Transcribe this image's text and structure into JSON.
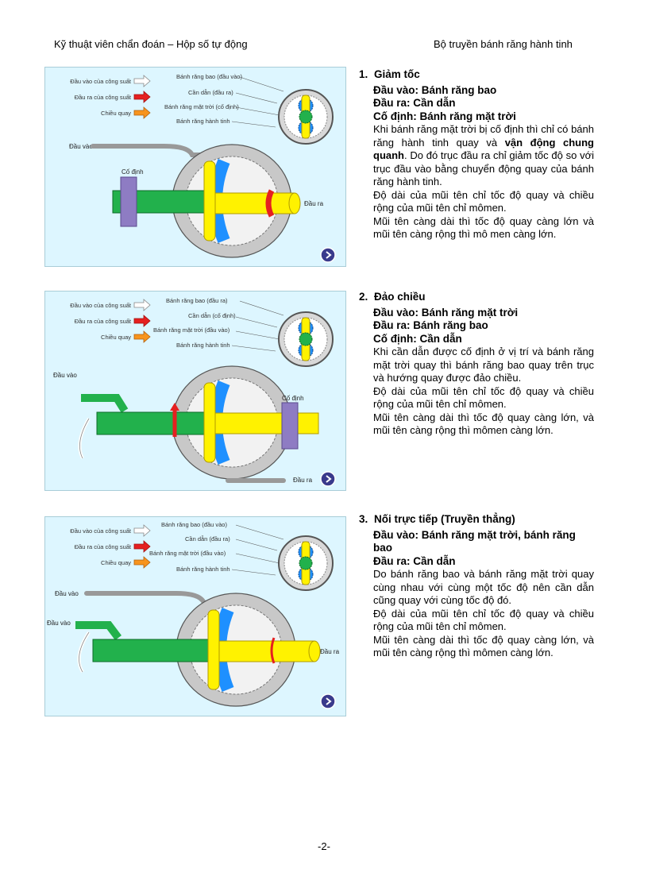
{
  "header": {
    "left": "Kỹ thuật viên chẩn đoán – Hộp số tự động",
    "right": "Bộ truyền bánh răng hành tinh"
  },
  "legend": {
    "power_in": "Đầu vào của công suất",
    "power_out": "Đầu ra của công suất",
    "rotation": "Chiều quay"
  },
  "colors": {
    "panel_bg": "#ddf6ff",
    "shaft_green": "#22b14c",
    "shaft_yellow": "#fff200",
    "planet_blue": "#1e90ff",
    "ring_gray": "#c8c8c8",
    "fixed_purple": "#8e7cc3",
    "arrow_red": "#e52020",
    "arrow_orange": "#f7941d",
    "next_button": "#3a3a8c"
  },
  "sections": [
    {
      "number": "1.",
      "title": "Giảm tốc",
      "input": "Đầu vào: Bánh răng bao",
      "output": "Đầu ra: Cần dẫn",
      "fixed": "Cố định: Bánh răng mặt trời",
      "body_pre": "Khi bánh răng mặt trời bị cố định thì chỉ có bánh răng hành tinh quay và ",
      "body_bold": "vận động chung quanh",
      "body_post": ". Do đó trục đầu ra chỉ giảm tốc độ so với trục đầu vào bằng chuyển động quay của bánh răng hành tinh.",
      "note1": "Độ dài của mũi tên chỉ tốc độ quay và chiều rộng của mũi tên chỉ mômen.",
      "note2": "Mũi tên càng dài thì tốc độ quay càng lớn và mũi tên càng rộng thì mô men càng lớn.",
      "diagram": {
        "ring_label": "Bánh răng bao (đầu vào)",
        "carrier_label": "Cần dẫn (đầu ra)",
        "sun_label": "Bánh răng mặt trời (cố định)",
        "planet_label": "Bánh răng hành tinh",
        "in_label": "Đầu vào",
        "fixed_label": "Cố định",
        "out_label": "Đầu ra"
      }
    },
    {
      "number": "2.",
      "title": "Đảo chiều",
      "input": "Đầu vào: Bánh răng mặt trời",
      "output": "Đầu ra: Bánh răng bao",
      "fixed": "Cố định: Cần dẫn",
      "body": "Khi cần dẫn được cố định ở vị trí và bánh răng mặt trời quay thì bánh răng bao quay trên trục và hướng quay được đảo chiều.",
      "note1": "Độ dài của mũi tên chỉ tốc độ quay và chiều rộng của mũi tên chỉ mômen.",
      "note2": "Mũi tên càng dài thì tốc độ quay càng lớn, và mũi tên càng rộng thì mômen càng lớn.",
      "diagram": {
        "ring_label": "Bánh răng bao (đầu ra)",
        "carrier_label": "Cần dẫn (cố định)",
        "sun_label": "Bánh răng mặt trời (đầu vào)",
        "planet_label": "Bánh răng hành tinh",
        "in_label": "Đầu vào",
        "fixed_label": "Cố định",
        "out_label": "Đầu ra"
      }
    },
    {
      "number": "3.",
      "title": "Nối trực tiếp (Truyền thẳng)",
      "input": "Đầu vào: Bánh răng mặt trời, bánh răng bao",
      "output": "Đầu ra: Cần dẫn",
      "body": "Do bánh răng bao và bánh răng mặt trời quay cùng nhau với cùng một tốc độ nên cần dẫn cũng quay với cùng tốc độ đó.",
      "note1": "Độ dài của mũi tên chỉ tốc độ quay và chiều rộng của mũi tên chỉ mômen.",
      "note2": "Mũi tên càng dài thì tốc độ quay càng lớn, và mũi tên càng rộng thì mômen càng lớn.",
      "diagram": {
        "ring_label": "Bánh răng bao (đầu vào)",
        "carrier_label": "Cần dẫn (đầu ra)",
        "sun_label": "Bánh răng mặt trời (đầu vào)",
        "planet_label": "Bánh răng hành tinh",
        "in_label_1": "Đầu vào",
        "in_label_2": "Đầu vào",
        "out_label": "Đầu ra"
      }
    }
  ],
  "page_number": "-2-"
}
